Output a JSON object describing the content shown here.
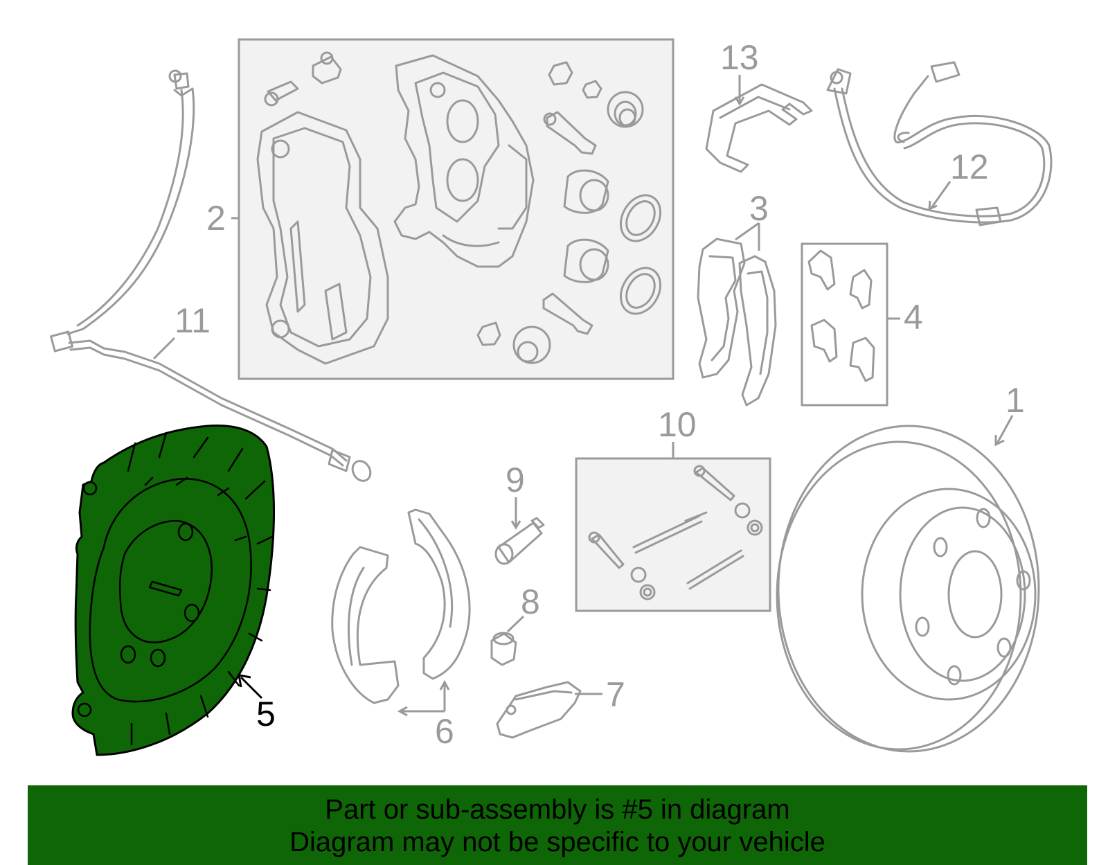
{
  "diagram": {
    "callouts": {
      "c1": "1",
      "c2": "2",
      "c3": "3",
      "c4": "4",
      "c5": "5",
      "c6": "6",
      "c7": "7",
      "c8": "8",
      "c9": "9",
      "c10": "10",
      "c11": "11",
      "c12": "12",
      "c13": "13"
    },
    "highlighted_part": "5",
    "colors": {
      "highlight": "#0f6606",
      "line_art": "#9a9a9a",
      "box_fill": "#f2f2f2"
    }
  },
  "banner": {
    "line1": "Part or sub-assembly is #5 in diagram",
    "line2": "Diagram may not be specific to your vehicle"
  }
}
